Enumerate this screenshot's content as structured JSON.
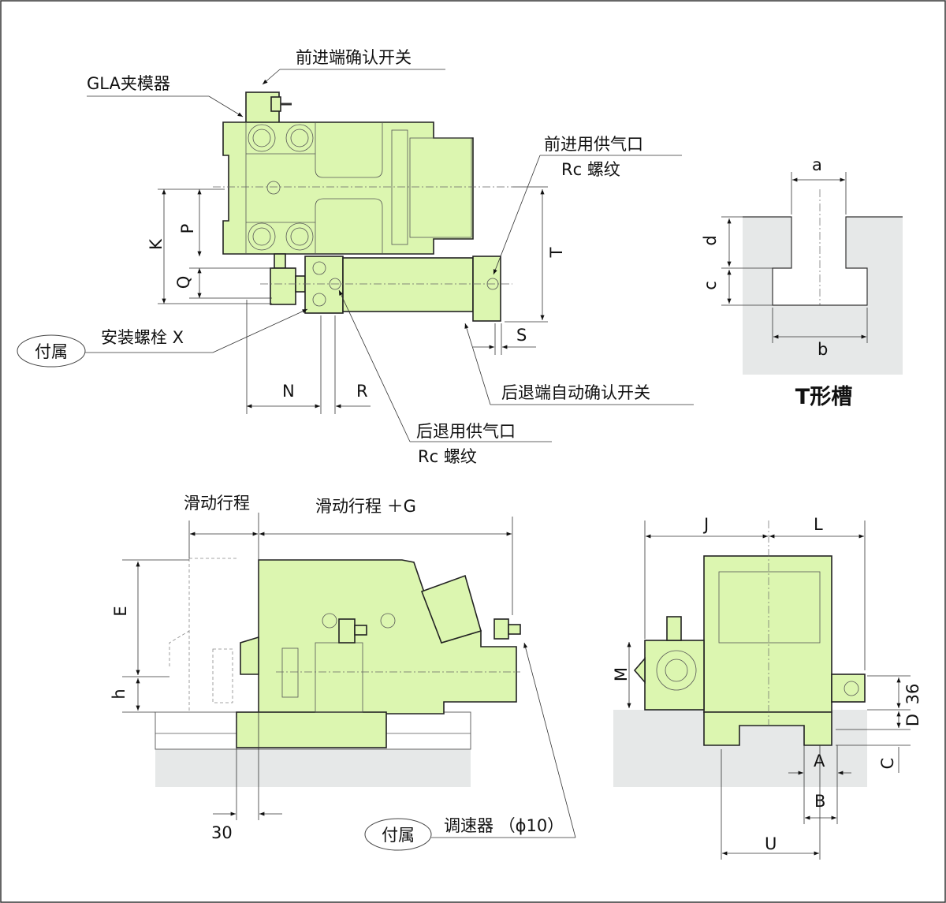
{
  "colors": {
    "part_fill": "#dcf6b0",
    "ground": "#e6e8e8"
  },
  "top_view": {
    "forward_switch": "前进端确认开关",
    "gla_clamp": "GLA夹模器",
    "forward_port": "前进用供气口",
    "forward_port_thread": "Rc 螺纹",
    "mount_bolt": "安装螺栓 X",
    "accessory": "付属",
    "retract_switch": "后退端自动确认开关",
    "retract_port": "后退用供气口",
    "retract_port_thread": "Rc 螺纹",
    "dims": {
      "K": "K",
      "P": "P",
      "Q": "Q",
      "T": "T",
      "S": "S",
      "N": "N",
      "R": "R"
    }
  },
  "t_slot": {
    "title": "T形槽",
    "a": "a",
    "b": "b",
    "c": "c",
    "d": "d"
  },
  "side_view": {
    "slide_stroke": "滑动行程",
    "slide_stroke_g": "滑动行程 ＋G",
    "E": "E",
    "h": "h",
    "dim_30": "30",
    "accessory": "付属",
    "speed_controller": "调速器 （ϕ10）"
  },
  "end_view": {
    "J": "J",
    "L": "L",
    "M": "M",
    "dim_36": "36",
    "D": "D",
    "C": "C",
    "A": "A",
    "B": "B",
    "U": "U"
  }
}
